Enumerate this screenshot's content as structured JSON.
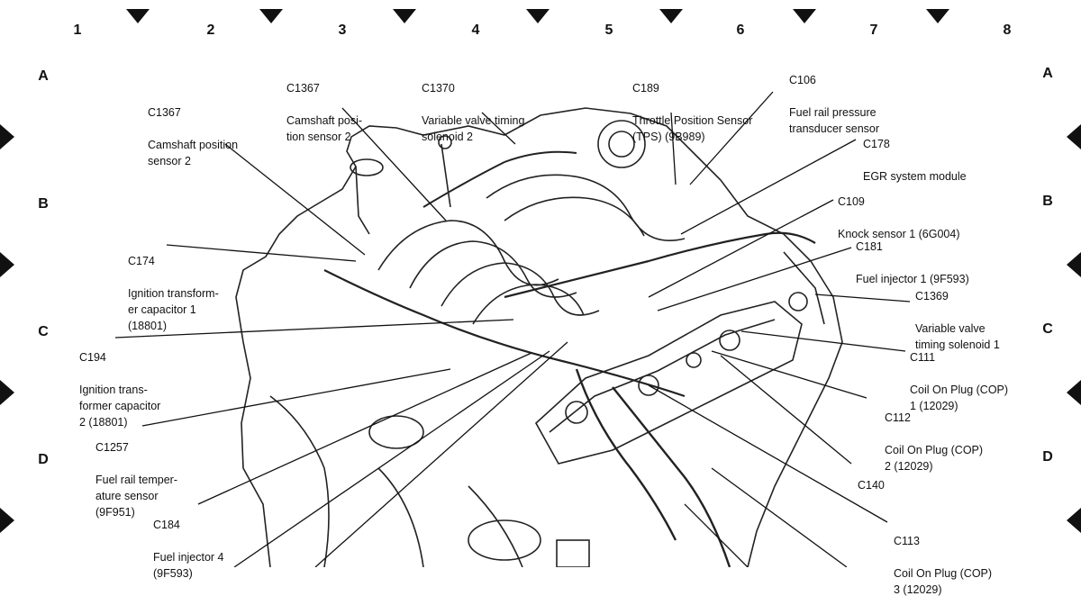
{
  "grid": {
    "columns": [
      "1",
      "2",
      "3",
      "4",
      "5",
      "6",
      "7",
      "8"
    ],
    "rows": [
      "A",
      "B",
      "C",
      "D"
    ]
  },
  "callouts": [
    {
      "id": "c1367-left",
      "code": "C1367",
      "desc": "Camshaft position\nsensor 2"
    },
    {
      "id": "c1367-top",
      "code": "C1367",
      "desc": "Camshaft posi-\ntion sensor 2"
    },
    {
      "id": "c1370",
      "code": "C1370",
      "desc": "Variable valve timing\nsolenoid 2"
    },
    {
      "id": "c189",
      "code": "C189",
      "desc": "Throttle Position Sensor\n(TPS) (9B989)"
    },
    {
      "id": "c106",
      "code": "C106",
      "desc": "Fuel rail pressure\ntransducer sensor"
    },
    {
      "id": "c178",
      "code": "C178",
      "desc": "EGR system module"
    },
    {
      "id": "c109",
      "code": "C109",
      "desc": "Knock sensor 1 (6G004)"
    },
    {
      "id": "c181",
      "code": "C181",
      "desc": "Fuel injector 1 (9F593)"
    },
    {
      "id": "c1369",
      "code": "C1369",
      "desc": "Variable valve\ntiming solenoid 1"
    },
    {
      "id": "c174",
      "code": "C174",
      "desc": "Ignition transform-\ner capacitor 1\n(18801)"
    },
    {
      "id": "c194",
      "code": "C194",
      "desc": "Ignition trans-\nformer capacitor\n2 (18801)"
    },
    {
      "id": "c111",
      "code": "C111",
      "desc": "Coil On Plug (COP)\n1 (12029)"
    },
    {
      "id": "c112",
      "code": "C112",
      "desc": "Coil On Plug (COP)\n2 (12029)"
    },
    {
      "id": "c140",
      "code": "C140",
      "desc": ""
    },
    {
      "id": "c1257",
      "code": "C1257",
      "desc": "Fuel rail temper-\nature sensor\n(9F951)"
    },
    {
      "id": "c184",
      "code": "C184",
      "desc": "Fuel injector 4\n(9F593)"
    },
    {
      "id": "c113",
      "code": "C113",
      "desc": "Coil On Plug (COP)\n3 (12029)"
    }
  ]
}
